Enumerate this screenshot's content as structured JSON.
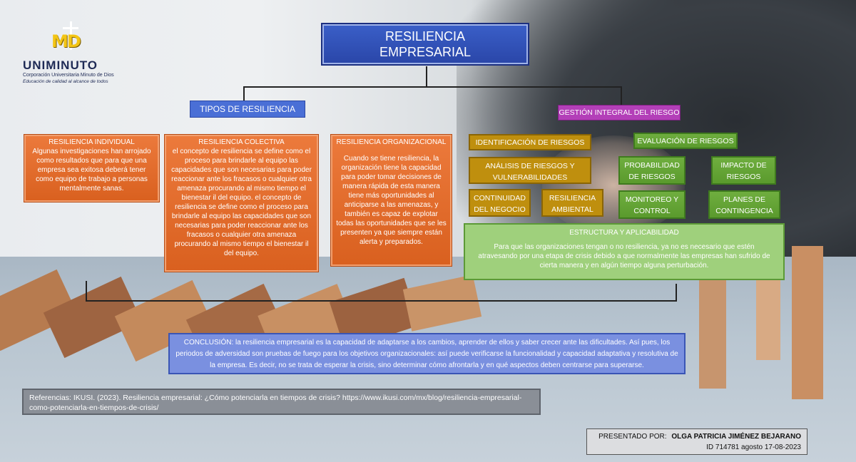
{
  "logo": {
    "mark": "MD",
    "brand": "UNIMINUTO",
    "line1": "Corporación Universitaria Minuto de Dios",
    "line2": "Educación de calidad al alcance de todos"
  },
  "title": {
    "line1": "RESILIENCIA",
    "line2": "EMPRESARIAL"
  },
  "tipos": {
    "label": "TIPOS DE RESILIENCIA",
    "individual": {
      "heading": "RESILIENCIA INDIVIDUAL",
      "body": "Algunas investigaciones han arrojado como resultados que para que una empresa sea exitosa deberá tener como equipo de trabajo a personas mentalmente sanas."
    },
    "colectiva": {
      "heading": "RESILIENCIA COLECTIVA",
      "body": "el concepto de resiliencia se define como el proceso para brindarle al equipo las capacidades que son necesarias para poder reaccionar ante los fracasos o cualquier otra amenaza procurando al mismo tiempo el bienestar il del equipo. el concepto de resiliencia se define como el proceso para brindarle al equipo las capacidades que son necesarias para poder reaccionar ante los fracasos o cualquier otra amenaza procurando al mismo tiempo el bienestar il del equipo."
    },
    "organizacional": {
      "heading": "RESILIENCIA ORGANIZACIONAL",
      "body": "Cuando se tiene resiliencia, la organización tiene la capacidad para poder tomar decisiones de manera rápida de esta manera tiene más oportunidades al anticiparse a las amenazas, y también es capaz de explotar todas las oportunidades que se les presenten ya que siempre están alerta y preparados."
    }
  },
  "gestion": {
    "label": "GESTIÓN INTEGRAL DEL RIESGO",
    "identificacion": {
      "label": "IDENTIFICACIÓN DE RIESGOS",
      "analisis": "ANÁLISIS DE RIESGOS Y VULNERABILIDADES",
      "continuidad": "CONTINUIDAD DEL NEGOCIO",
      "ambiental": "RESILIENCIA AMBIENTAL"
    },
    "evaluacion": {
      "label": "EVALUACIÓN DE RIESGOS",
      "probabilidad": "PROBABILIDAD DE RIESGOS",
      "impacto": "IMPACTO DE RIESGOS",
      "monitoreo": "MONITOREO Y CONTROL",
      "planes": "PLANES DE CONTINGENCIA"
    },
    "estructura": {
      "heading": "ESTRUCTURA Y APLICABILIDAD",
      "body": "Para que las organizaciones tengan o no resiliencia, ya no es necesario que estén atravesando por una etapa de crisis debido a que normalmente las empresas han sufrido de cierta manera y en algún tiempo alguna perturbación."
    }
  },
  "conclusion": "CONCLUSIÓN: la resiliencia empresarial es la capacidad de adaptarse a los cambios, aprender de ellos y saber crecer ante las dificultades. Así pues, los periodos de adversidad son pruebas de fuego para los objetivos organizacionales: así puede verificarse la funcionalidad y capacidad adaptativa y resolutiva de la empresa. Es decir, no se trata de esperar la crisis, sino determinar cómo afrontarla y en qué aspectos deben centrarse para superarse.",
  "references": "Referencias: IKUSI. (2023). Resiliencia empresarial: ¿Cómo potenciarla en tiempos de crisis? https://www.ikusi.com/mx/blog/resiliencia-empresarial-como-potenciarla-en-tiempos-de-crisis/",
  "presenter": {
    "label": "PRESENTADO POR:",
    "name": "OLGA PATRICIA JIMÉNEZ BEJARANO",
    "id_line": "ID 714781 agosto 17-08-2023"
  }
}
